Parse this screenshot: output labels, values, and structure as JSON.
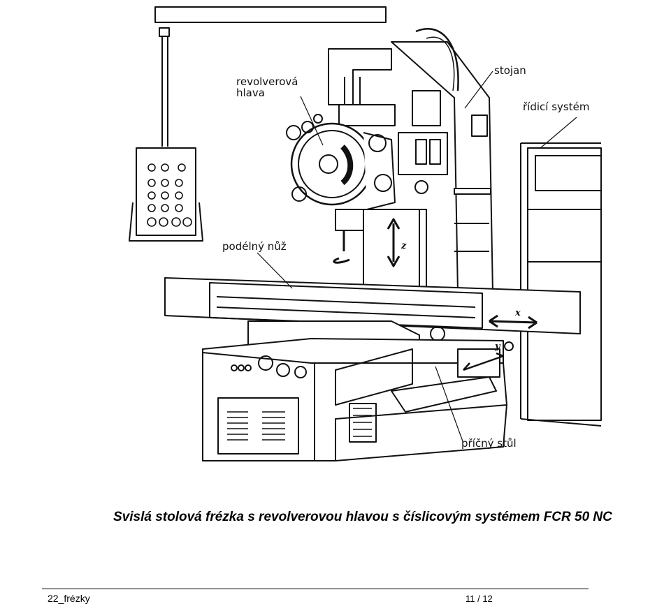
{
  "figure": {
    "labels": {
      "turret_head_line1": "revolverová",
      "turret_head_line2": "hlava",
      "column": "stojan",
      "control_system": "řídicí systém",
      "longitudinal_slide": "podélný nůž",
      "cross_table": "příčný stůl"
    },
    "axes": {
      "x": "x",
      "y": "y",
      "z": "z"
    }
  },
  "caption": "Svislá stolová frézka s revolverovou hlavou s číslicovým systémem FCR 50 NC",
  "footer": {
    "left": "22_frézky",
    "page": "11  /  12"
  }
}
